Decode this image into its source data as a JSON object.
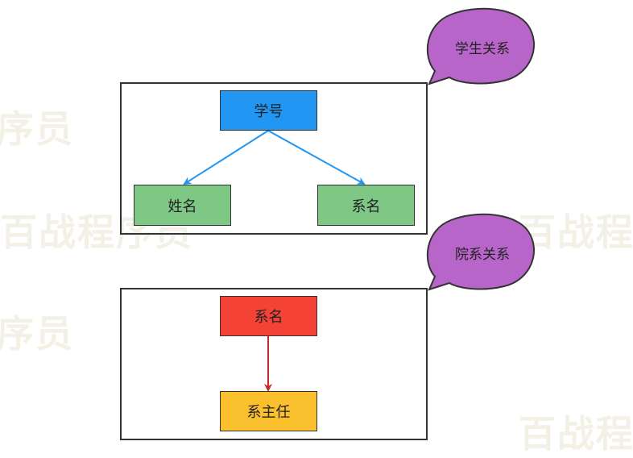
{
  "watermark": {
    "fragment_left": "序员",
    "full": "百战程序员",
    "fragment_right": "百战程"
  },
  "diagram1": {
    "callout": "学生关系",
    "root": "学号",
    "left_child": "姓名",
    "right_child": "系名"
  },
  "diagram2": {
    "callout": "院系关系",
    "root": "系名",
    "child": "系主任"
  },
  "colors": {
    "blue_node": "#2196f3",
    "green_node": "#7ec784",
    "red_node": "#f44336",
    "yellow_node": "#fbc02d",
    "callout": "#b865c9",
    "blue_arrow": "#2196f3",
    "red_arrow": "#c62828"
  }
}
